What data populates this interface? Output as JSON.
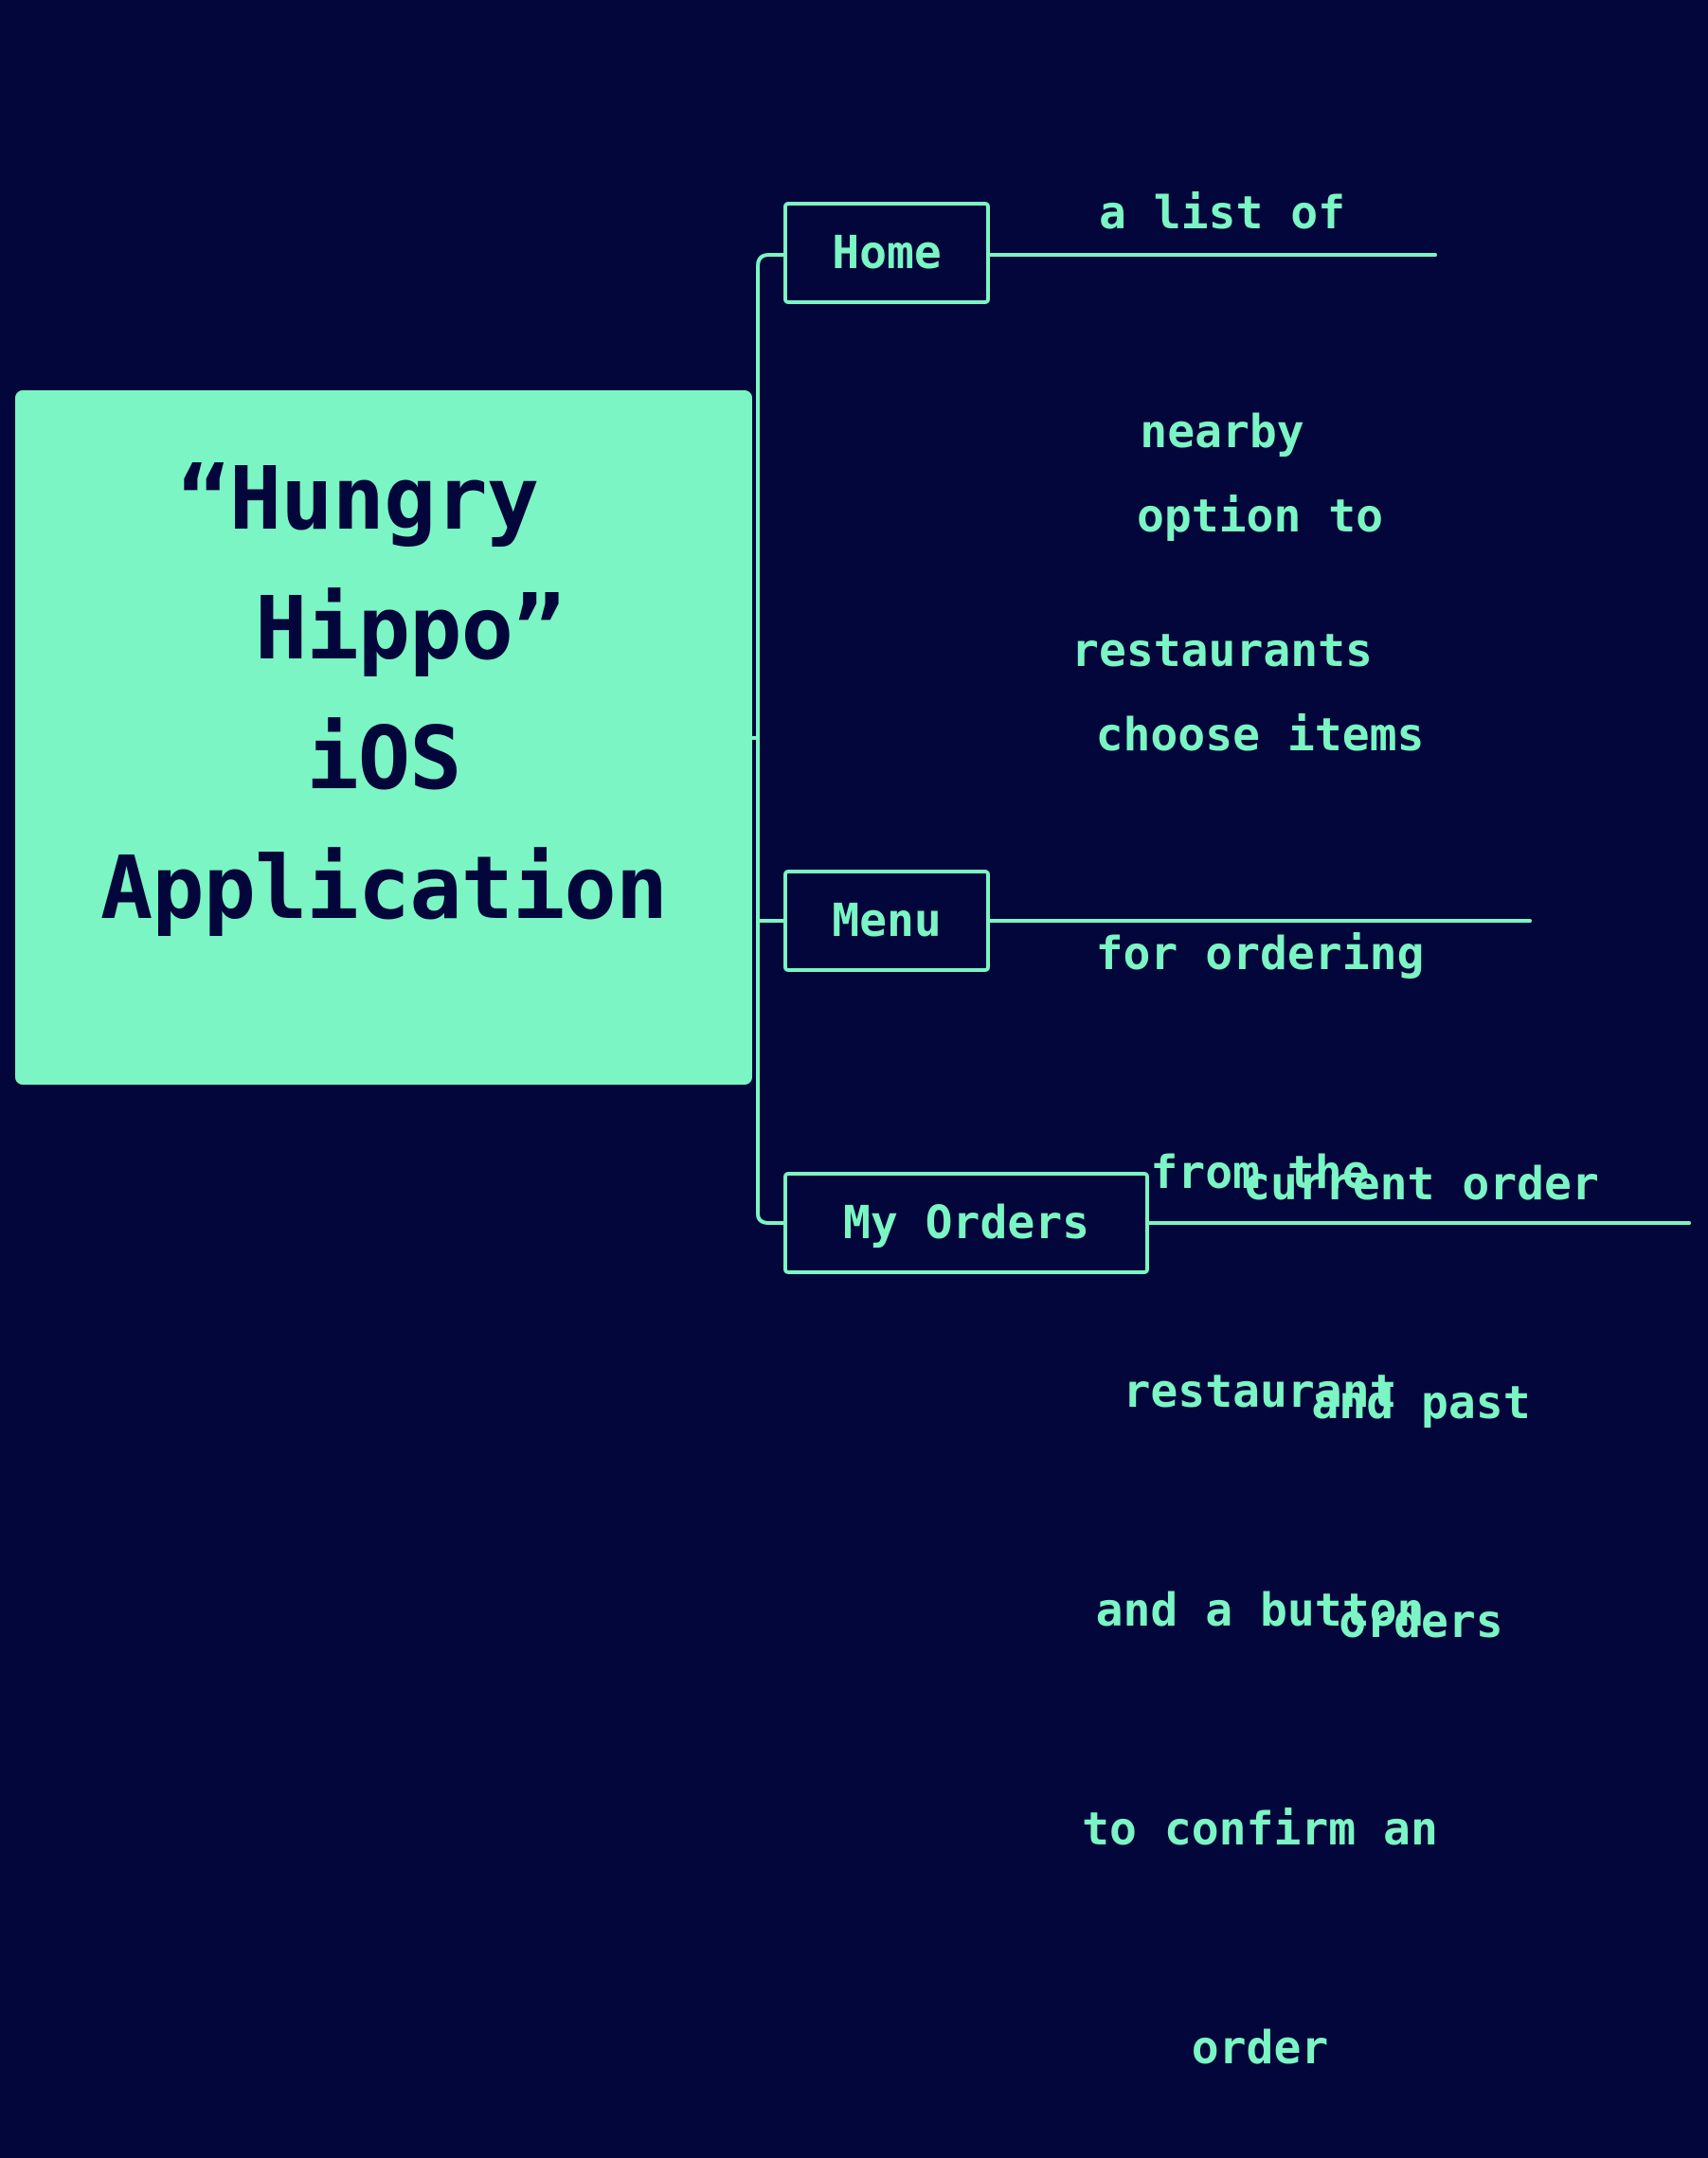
{
  "colors": {
    "background": "#02063a",
    "accent": "#7af5c3"
  },
  "root": {
    "title_lines": [
      "“Hungry ",
      " Hippo”",
      "iOS",
      "Application"
    ]
  },
  "branches": [
    {
      "label": "Home",
      "description_lines": [
        "a list of",
        "nearby",
        "restaurants"
      ]
    },
    {
      "label": "Menu",
      "description_lines": [
        "option to",
        "choose items",
        "for ordering",
        "from the",
        "restaurant",
        "and a button",
        "to confirm an",
        "order"
      ]
    },
    {
      "label": "My Orders",
      "description_lines": [
        "current order",
        "and past",
        "orders"
      ]
    }
  ]
}
